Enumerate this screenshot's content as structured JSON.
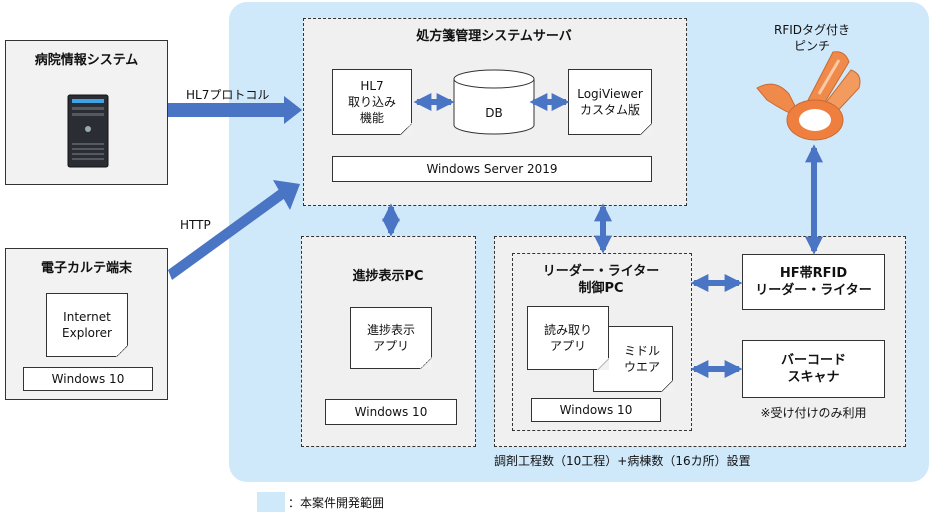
{
  "hospital_system": {
    "title": "病院情報システム"
  },
  "emr_terminal": {
    "title": "電子カルテ端末",
    "app": "Internet\nExplorer",
    "os": "Windows 10"
  },
  "protocols": {
    "hl7": "HL7プロトコル",
    "http": "HTTP"
  },
  "server": {
    "title": "処方箋管理システムサーバ",
    "hl7_module": "HL7\n取り込み\n機能",
    "db": "DB",
    "logiviewer": "LogiViewer\nカスタム版",
    "os": "Windows Server 2019"
  },
  "progress_pc": {
    "title": "進捗表示PC",
    "app": "進捗表示\nアプリ",
    "os": "Windows 10"
  },
  "rw_pc": {
    "title": "リーダー・ライター\n制御PC",
    "read_app": "読み取り\nアプリ",
    "middleware": "ミドル\nウエア",
    "os": "Windows 10"
  },
  "rfid_rw": {
    "title": "HF帯RFID\nリーダー・ライター"
  },
  "barcode": {
    "title": "バーコード\nスキャナ",
    "note": "※受け付けのみ利用"
  },
  "tweezers": {
    "label": "RFIDタグ付き\nピンチ"
  },
  "install_note": "調剤工程数（10工程）+病棟数（16カ所）設置",
  "legend": {
    "text": "：本案件開発範囲"
  },
  "colors": {
    "scope": "#cfe8fa",
    "arrow": "#4a74c4",
    "tag_orange": "#f08a4b"
  }
}
